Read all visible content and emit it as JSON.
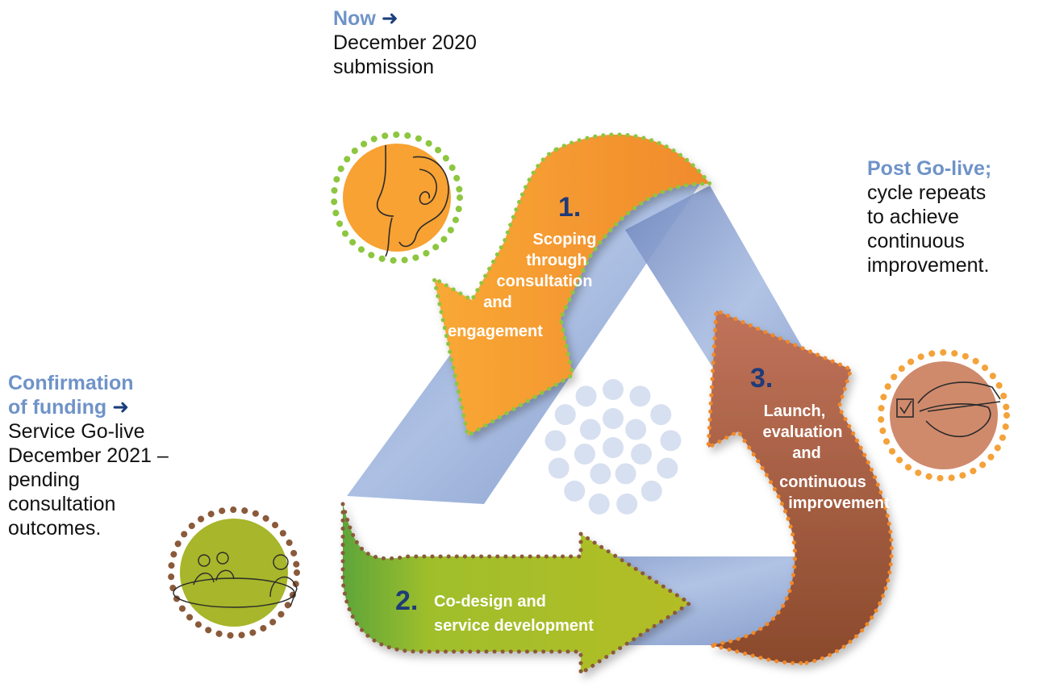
{
  "notes": {
    "now": {
      "heading": "Now",
      "arrow": "➜",
      "lines": [
        "December 2020",
        "submission"
      ]
    },
    "post_golive": {
      "heading": "Post Go-live;",
      "lines": [
        "cycle repeats",
        "to achieve",
        "continuous",
        "improvement."
      ]
    },
    "funding": {
      "heading_lines": [
        "Confirmation",
        "of funding"
      ],
      "arrow": "➜",
      "lines": [
        "Service Go-live",
        "December 2021 –",
        "pending",
        "consultation",
        "outcomes."
      ]
    }
  },
  "steps": [
    {
      "number": "1.",
      "lines": [
        "Scoping",
        "through",
        "consultation",
        "and",
        "engagement"
      ],
      "color": "#f7a233"
    },
    {
      "number": "2.",
      "lines": [
        "Co-design and",
        "service development"
      ],
      "color": "#9ab82e"
    },
    {
      "number": "3.",
      "lines": [
        "Launch,",
        "evaluation",
        "and",
        "continuous",
        "improvement"
      ],
      "color": "#b5684c"
    }
  ],
  "icons": {
    "ear": {
      "name": "ear-icon",
      "fill": "#f7a233",
      "dots": "#8dc63f"
    },
    "hand": {
      "name": "hand-ticking-checkbox-icon",
      "fill": "#cf8a6c",
      "dots": "#f4a23a"
    },
    "meeting": {
      "name": "people-meeting-icon",
      "fill": "#a7b62a",
      "dots": "#8a5a3a"
    }
  },
  "colors": {
    "triangle_band": "#7e97c9",
    "heading_blue": "#6f93c8",
    "number_navy": "#1f3b78"
  }
}
